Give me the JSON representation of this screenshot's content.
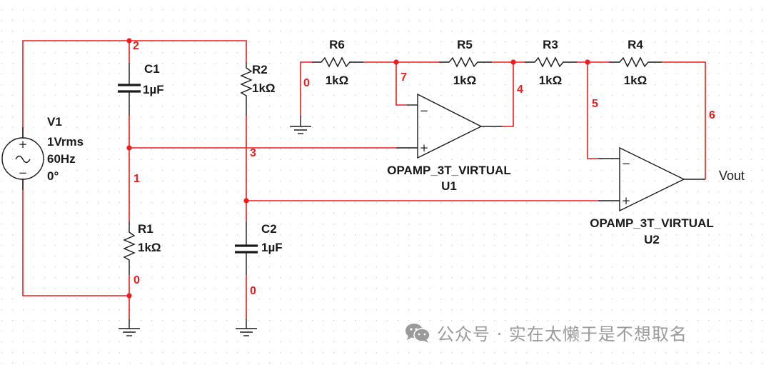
{
  "schematic": {
    "source": {
      "name": "V1",
      "amplitude": "1Vrms",
      "frequency": "60Hz",
      "phase": "0°",
      "plus": "+",
      "minus": "−"
    },
    "capacitors": [
      {
        "name": "C1",
        "value": "1µF"
      },
      {
        "name": "C2",
        "value": "1µF"
      }
    ],
    "resistors": [
      {
        "name": "R1",
        "value": "1kΩ"
      },
      {
        "name": "R2",
        "value": "1kΩ"
      },
      {
        "name": "R3",
        "value": "1kΩ"
      },
      {
        "name": "R4",
        "value": "1kΩ"
      },
      {
        "name": "R5",
        "value": "1kΩ"
      },
      {
        "name": "R6",
        "value": "1kΩ"
      }
    ],
    "opamps": [
      {
        "model": "OPAMP_3T_VIRTUAL",
        "ref": "U1",
        "inv": "−",
        "noninv": "+"
      },
      {
        "model": "OPAMP_3T_VIRTUAL",
        "ref": "U2",
        "inv": "−",
        "noninv": "+"
      }
    ],
    "nets": {
      "n2": "2",
      "n1": "1",
      "n3": "3",
      "n0_r1": "0",
      "n0_c2": "0",
      "n0_r6": "0",
      "n7": "7",
      "n4": "4",
      "n5": "5",
      "n6": "6"
    },
    "output_label": "Vout",
    "colors": {
      "wire": "#ee1c1c",
      "component": "#1a1a1a",
      "grid": "#c8c8c8"
    }
  },
  "watermark": {
    "text": "公众号 · 实在太懒于是不想取名",
    "icon": "wechat-icon"
  }
}
